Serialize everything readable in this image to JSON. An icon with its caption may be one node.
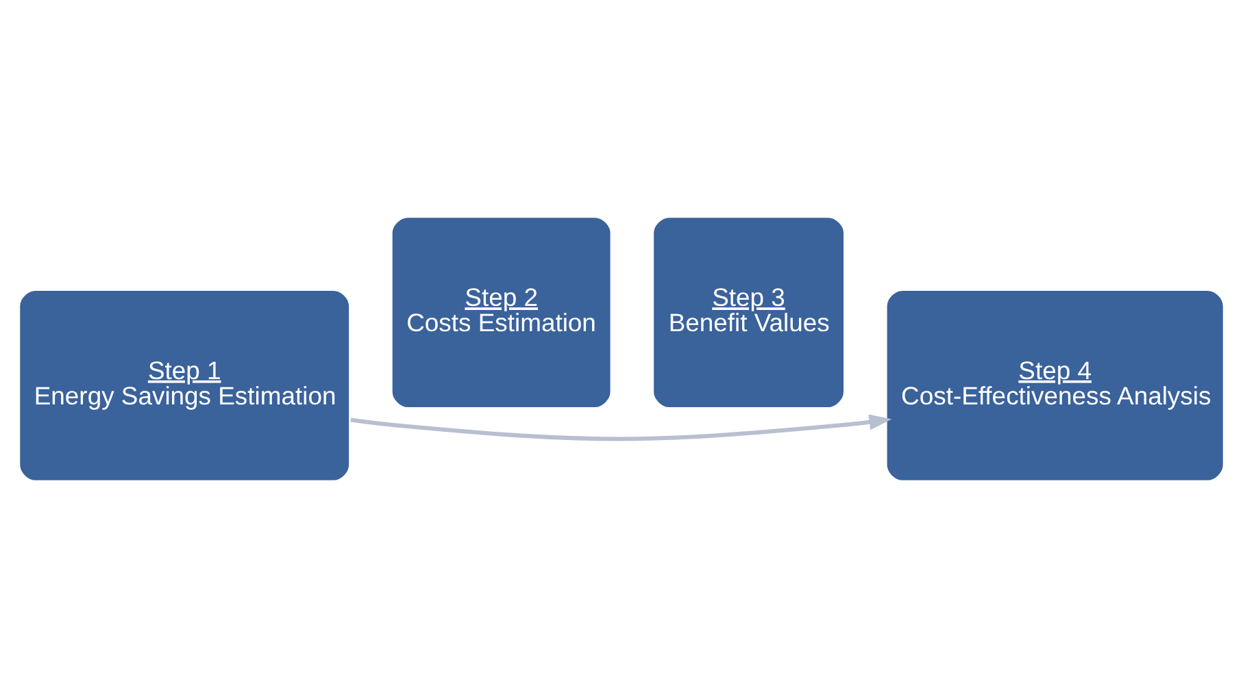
{
  "diagram": {
    "nodes": [
      {
        "text": [
          "Step 1",
          "Energy Savings Estimation"
        ]
      },
      {
        "text": [
          "Step 2",
          "Costs Estimation"
        ]
      },
      {
        "text": [
          "Step 3",
          "Benefit Values"
        ]
      },
      {
        "text": [
          "Step 4",
          "Cost-Effectiveness Analysis"
        ]
      }
    ],
    "edges": [
      {
        "from": 0,
        "to": 3,
        "arrow": "to"
      }
    ]
  }
}
